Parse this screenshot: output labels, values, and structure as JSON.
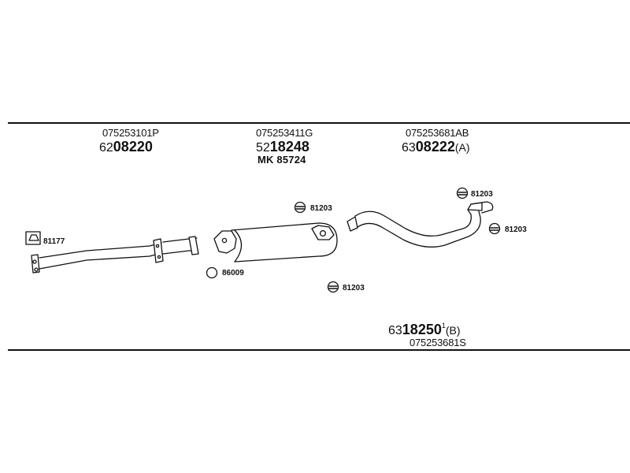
{
  "diagram": {
    "groups": [
      {
        "part_no": "075253101P",
        "code_prefix": "62",
        "code_main": "08220",
        "code_suffix": ""
      },
      {
        "part_no": "075253411G",
        "code_prefix": "52",
        "code_main": "18248",
        "code_suffix": "",
        "ref": "MK 85724"
      },
      {
        "part_no": "075253681AB",
        "code_prefix": "63",
        "code_main": "08222",
        "code_suffix": "(A)"
      }
    ],
    "bottom_group": {
      "code_prefix": "63",
      "code_main": "18250",
      "code_sup": "1",
      "code_suffix": "(B)",
      "part_no": "075253681S"
    },
    "hardware_labels": {
      "gasket": "81177",
      "clamp_upper": "81203",
      "ring": "86009",
      "clamp_lower": "81203",
      "clamp_top_right": "81203",
      "clamp_right": "81203"
    }
  }
}
